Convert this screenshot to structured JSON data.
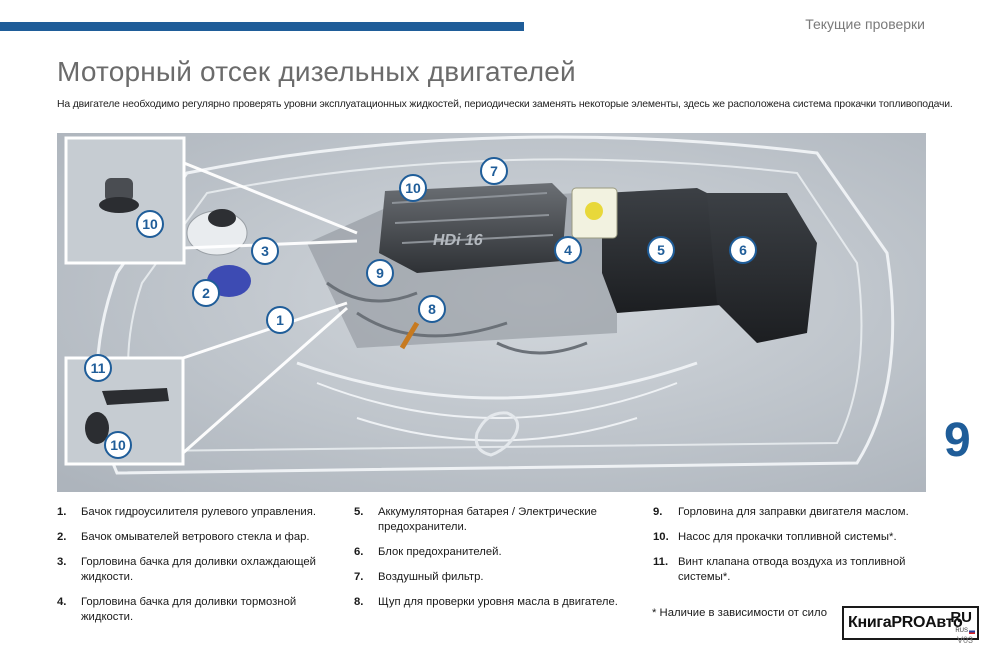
{
  "header": {
    "section": "Текущие проверки",
    "title": "Моторный отсек дизельных двигателей",
    "intro": "На двигателе необходимо регулярно проверять уровни эксплуатационных жидкостей, периодически заменять некоторые элементы, здесь же расположена система прокачки топливоподачи."
  },
  "chapter_number": "9",
  "diagram": {
    "engine_cover_text": "HDi 16",
    "callouts": [
      "1",
      "2",
      "3",
      "4",
      "5",
      "6",
      "7",
      "8",
      "9",
      "10",
      "10",
      "11",
      "10"
    ]
  },
  "legend": {
    "column1": [
      {
        "num": "1.",
        "text": "Бачок гидроусилителя рулевого управления."
      },
      {
        "num": "2.",
        "text": "Бачок омывателей ветрового стекла и фар."
      },
      {
        "num": "3.",
        "text": "Горловина бачка для доливки охлаждающей жидкости."
      },
      {
        "num": "4.",
        "text": "Горловина бачка для доливки тормозной жидкости."
      }
    ],
    "column2": [
      {
        "num": "5.",
        "text": "Аккумуляторная батарея / Электрические предохранители."
      },
      {
        "num": "6.",
        "text": "Блок предохранителей."
      },
      {
        "num": "7.",
        "text": "Воздушный фильтр."
      },
      {
        "num": "8.",
        "text": "Щуп для проверки уровня масла в двигателе."
      }
    ],
    "column3": [
      {
        "num": "9.",
        "text": "Горловина для заправки двигателя маслом."
      },
      {
        "num": "10.",
        "text": "Насос для прокачки топливной системы*."
      },
      {
        "num": "11.",
        "text": "Винт клапана отвода воздуха из топливной системы*."
      }
    ],
    "note": "* Наличие в зависимости от сило"
  },
  "logo": {
    "main": "КнигаPROАвто",
    "ru": "RU",
    "rus": "RUS",
    "tail": "V03"
  },
  "colors": {
    "accent": "#1f5d99",
    "callout_fill": "#ffffff",
    "callout_stroke": "#1f5d99",
    "diagram_bg": "#c2c8cf"
  }
}
